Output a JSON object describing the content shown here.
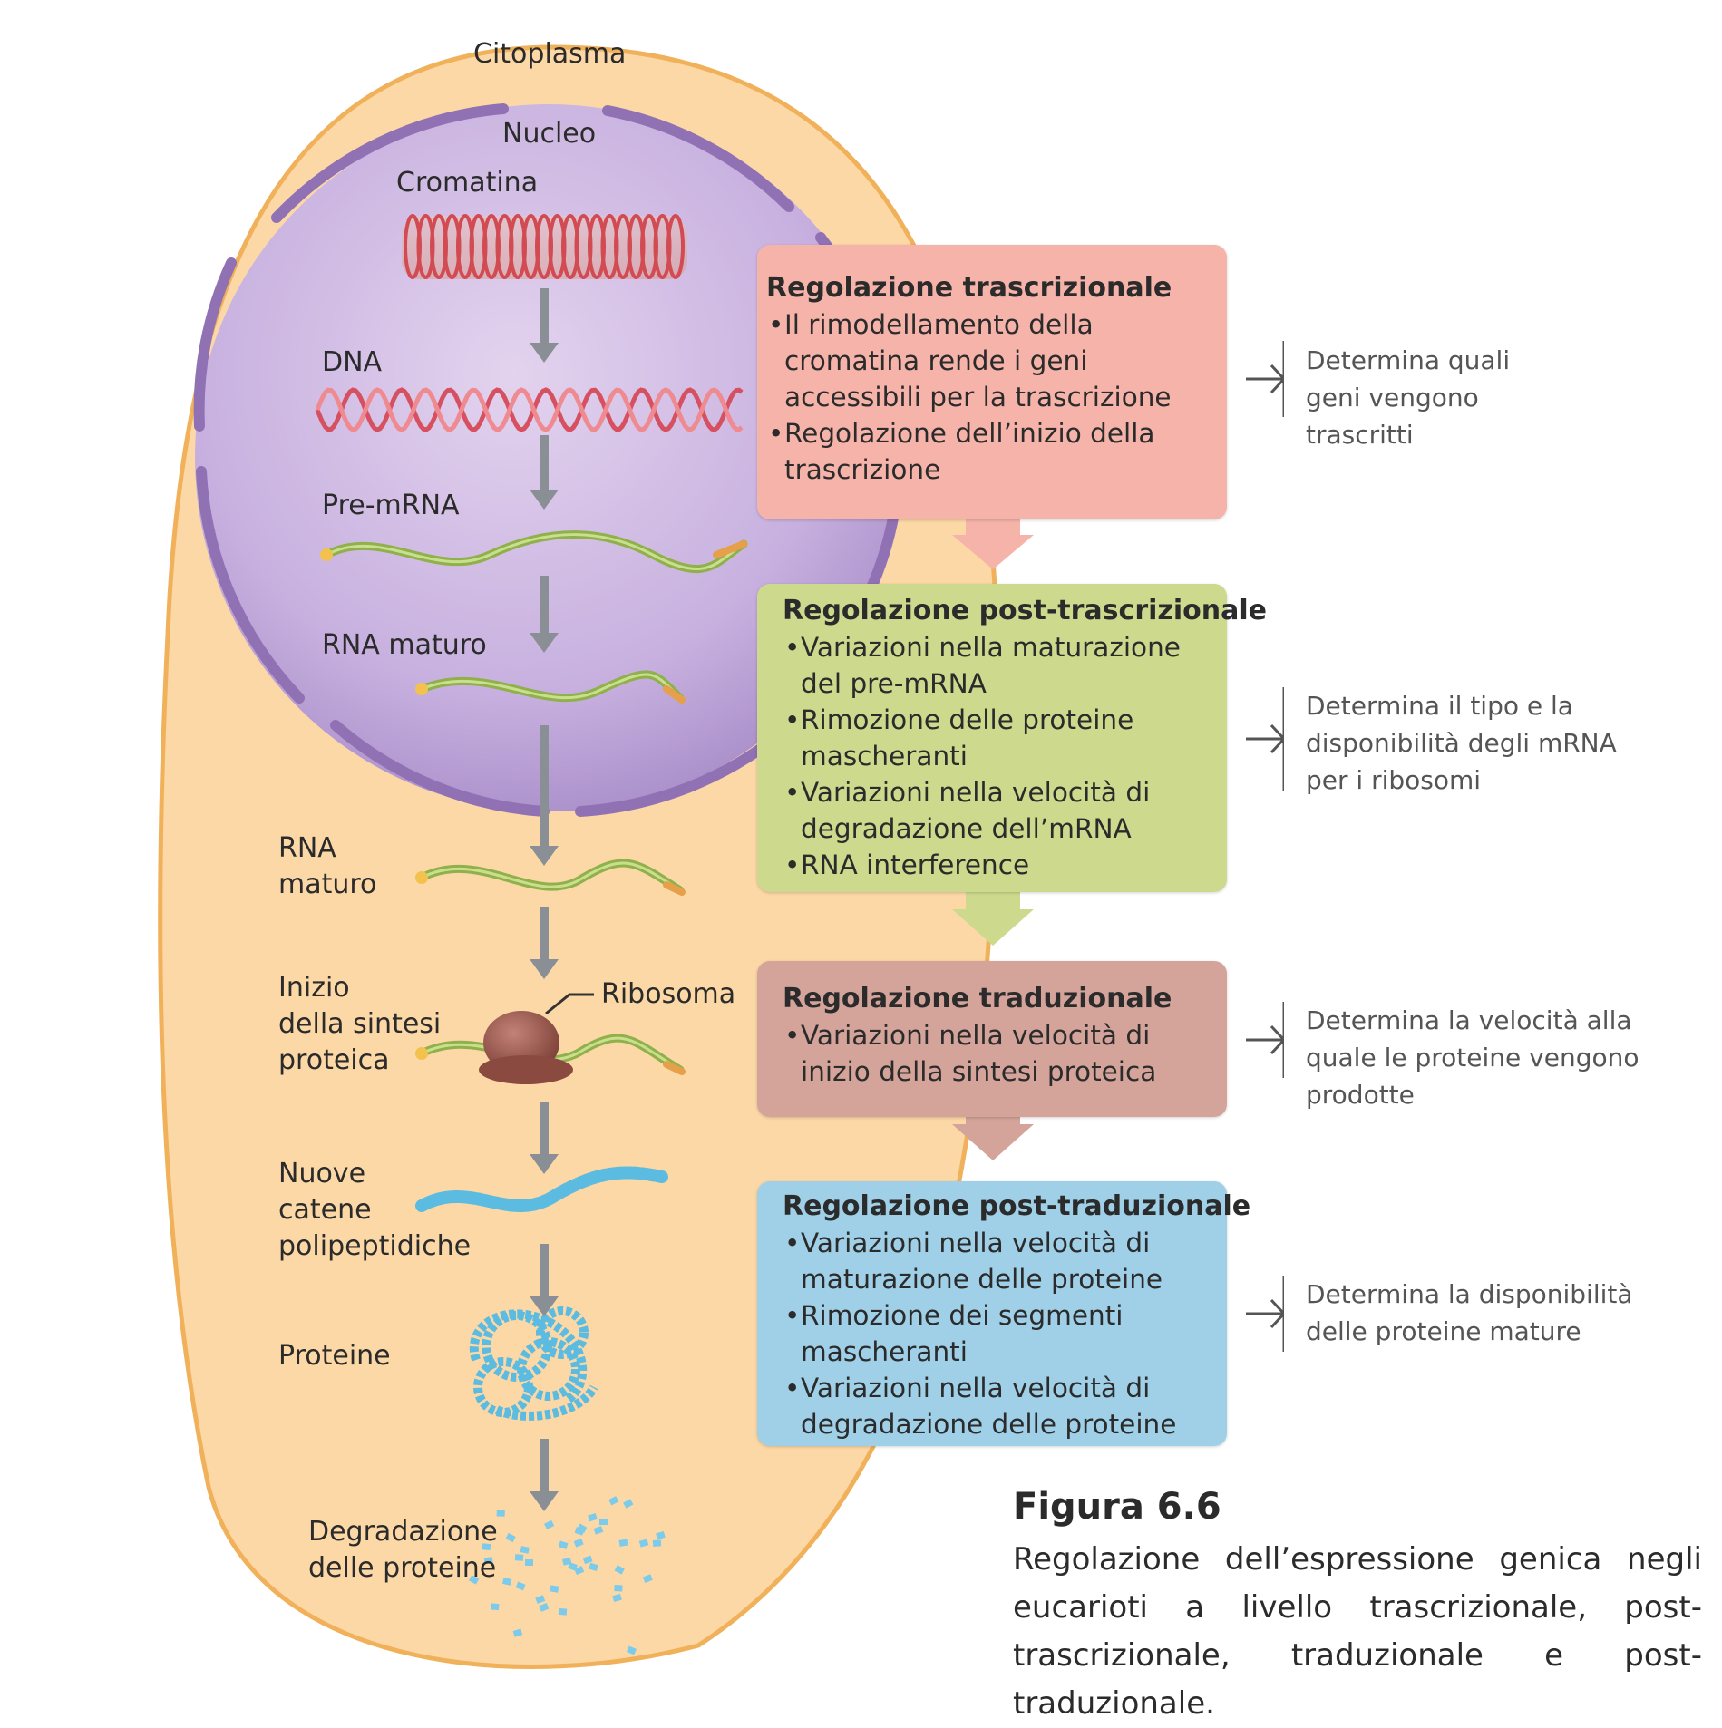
{
  "labels": {
    "cytoplasm": "Citoplasma",
    "nucleus": "Nucleo",
    "chromatin": "Cromatina",
    "dna": "DNA",
    "pre_mrna": "Pre-mRNA",
    "mature_rna_nucleus": "RNA maturo",
    "mature_rna_cyto": [
      "RNA",
      "maturo"
    ],
    "initiation": [
      "Inizio",
      "della sintesi",
      "proteica"
    ],
    "ribosome": "Ribosoma",
    "polypeptides": [
      "Nuove",
      "catene",
      "polipeptidiche"
    ],
    "proteins": "Proteine",
    "degradation": [
      "Degradazione",
      "delle proteine"
    ]
  },
  "stages": [
    {
      "title": "Regolazione trascrizionale",
      "items": [
        "Il rimodellamento della cromatina rende i geni accessibili per la trascrizione",
        "Regolazione dell’inizio della trascrizione"
      ],
      "color": "#f5b3a9",
      "note": "Determina quali geni vengono trascritti"
    },
    {
      "title": "Regolazione post-trascrizionale",
      "items": [
        "Variazioni nella maturazione del pre-mRNA",
        "Rimozione delle proteine mascheranti",
        "Variazioni nella velocità di degradazione dell’mRNA",
        "RNA interference"
      ],
      "color": "#cdd98d",
      "note": "Determina il tipo e la disponibilità degli mRNA per i ribosomi"
    },
    {
      "title": "Regolazione traduzionale",
      "items": [
        "Variazioni nella velocità di inizio della sintesi proteica"
      ],
      "color": "#d4a39a",
      "note": "Determina la velocità alla quale le proteine vengono prodotte"
    },
    {
      "title": "Regolazione post-traduzionale",
      "items": [
        "Variazioni nella velocità di maturazione delle proteine",
        "Rimozione dei segmenti mascheranti",
        "Variazioni nella velocità di degradazione delle proteine"
      ],
      "color": "#9fd0e8",
      "note": "Determina la disponibilità delle proteine mature"
    }
  ],
  "caption": {
    "title": "Figura 6.6",
    "text": "Regolazione dell’espressione genica negli eucarioti a livello trascrizionale, post-trascrizionale, traduzionale e post-traduzionale."
  }
}
